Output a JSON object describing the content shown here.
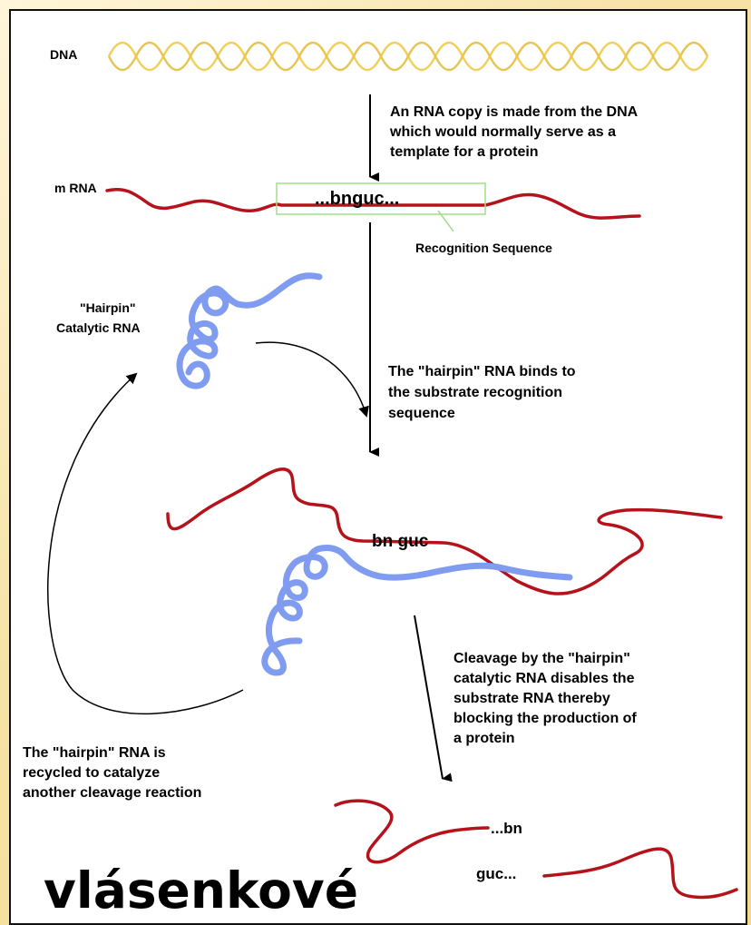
{
  "labels": {
    "dna": "DNA",
    "mrna": "m RNA",
    "step1_line1": "An RNA copy is made from the DNA",
    "step1_line2": "which would normally serve as a",
    "step1_line3": "template for a protein",
    "seq_box": "...bnguc...",
    "recognition": "Recognition Sequence",
    "hairpin_line1": "\"Hairpin\"",
    "hairpin_line2": "Catalytic RNA",
    "step2_line1": "The \"hairpin\" RNA binds to",
    "step2_line2": "the substrate recognition",
    "step2_line3": "sequence",
    "bound_seq": "bn guc",
    "step3_line1": "Cleavage by the \"hairpin\"",
    "step3_line2": "catalytic RNA disables the",
    "step3_line3": "substrate RNA thereby",
    "step3_line4": "blocking the production of",
    "step3_line5": "a protein",
    "recycle_line1": "The \"hairpin\" RNA is",
    "recycle_line2": "recycled to catalyze",
    "recycle_line3": "another cleavage reaction",
    "frag1": "...bn",
    "frag2": "guc...",
    "title": "vlásenkové"
  },
  "colors": {
    "dna_strand": "#f0cf5a",
    "mrna": "#b5121b",
    "hairpin_rna": "#7f9cf0",
    "arrow": "#000000"
  }
}
